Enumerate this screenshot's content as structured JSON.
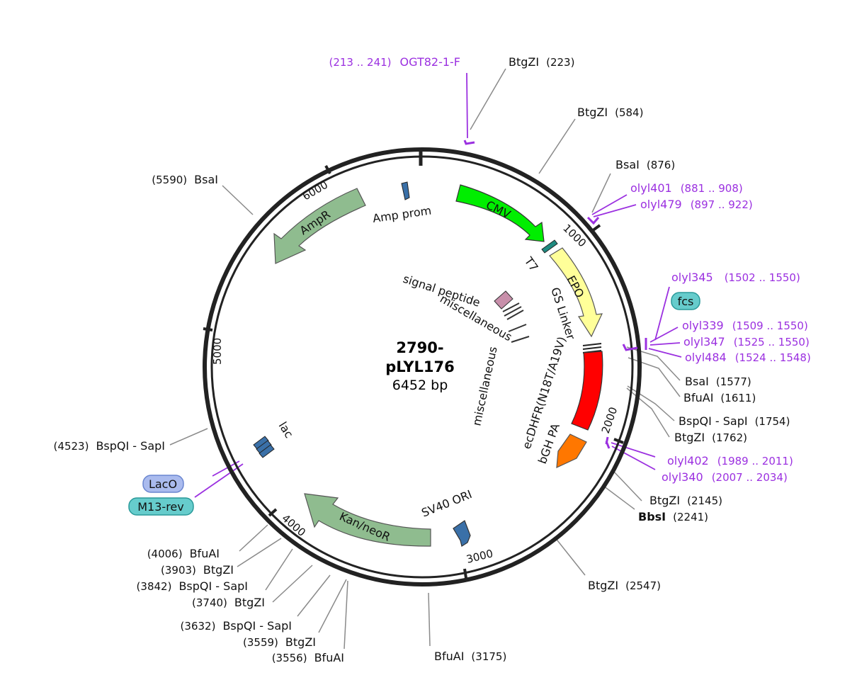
{
  "plasmid": {
    "name_line1": "2790-",
    "name_line2": "pLYL176",
    "length": "6452 bp",
    "total_bp": 6452
  },
  "colors": {
    "backbone": "#222222",
    "primer": "#9b30e0",
    "site_line": "#8a8a8a"
  },
  "ticks": [
    {
      "bp": 1000,
      "label": "1000"
    },
    {
      "bp": 2000,
      "label": "2000"
    },
    {
      "bp": 3000,
      "label": "3000"
    },
    {
      "bp": 4000,
      "label": "4000"
    },
    {
      "bp": 5000,
      "label": "5000"
    },
    {
      "bp": 6000,
      "label": "6000"
    }
  ],
  "features": [
    {
      "name": "CMV",
      "type": "promoter",
      "color": "#00ee00"
    },
    {
      "name": "EPO",
      "type": "CDS",
      "color": "#ffff99"
    },
    {
      "name": "ecDHFR(N18T/A19V)",
      "type": "CDS",
      "color": "#ff0000"
    },
    {
      "name": "bGH PA",
      "type": "terminator",
      "color": "#ff7700"
    },
    {
      "name": "SV40 ORI",
      "type": "rep_origin",
      "color": "#3a70a8"
    },
    {
      "name": "Kan/neoR",
      "type": "CDS",
      "color": "#8fbc8f"
    },
    {
      "name": "lac",
      "type": "promoter",
      "color": "#3a70a8"
    },
    {
      "name": "AmpR",
      "type": "CDS",
      "color": "#8fbc8f"
    },
    {
      "name": "Amp prom",
      "type": "promoter",
      "color": "#3a70a8"
    },
    {
      "name": "T7",
      "type": "promoter",
      "color": "#1f8a80"
    },
    {
      "name": "GS Linker",
      "type": "misc"
    },
    {
      "name": "signal peptide",
      "type": "sig_peptide",
      "color": "#c88faa"
    },
    {
      "name": "miscellaneous",
      "type": "misc"
    },
    {
      "name": "miscellaneous",
      "type": "misc"
    }
  ],
  "tags": [
    {
      "name": "fcs",
      "color": "#66cccc"
    },
    {
      "name": "LacO",
      "color": "#aabbee"
    },
    {
      "name": "M13-rev",
      "color": "#66cccc"
    }
  ],
  "sites": [
    {
      "name": "BtgZI",
      "pos": "(223)"
    },
    {
      "name": "BtgZI",
      "pos": "(584)"
    },
    {
      "name": "BsaI",
      "pos": "(876)"
    },
    {
      "name": "BsaI",
      "pos": "(1577)"
    },
    {
      "name": "BfuAI",
      "pos": "(1611)"
    },
    {
      "name": "BspQI - SapI",
      "pos": "(1754)"
    },
    {
      "name": "BtgZI",
      "pos": "(1762)"
    },
    {
      "name": "BtgZI",
      "pos": "(2145)"
    },
    {
      "name": "BbsI",
      "pos": "(2241)",
      "bold": true
    },
    {
      "name": "BtgZI",
      "pos": "(2547)"
    },
    {
      "name": "BfuAI",
      "pos": "(3175)"
    },
    {
      "name": "BfuAI",
      "pos": "(3556)"
    },
    {
      "name": "BtgZI",
      "pos": "(3559)"
    },
    {
      "name": "BspQI - SapI",
      "pos": "(3632)"
    },
    {
      "name": "BtgZI",
      "pos": "(3740)"
    },
    {
      "name": "BspQI - SapI",
      "pos": "(3842)"
    },
    {
      "name": "BtgZI",
      "pos": "(3903)"
    },
    {
      "name": "BfuAI",
      "pos": "(4006)"
    },
    {
      "name": "BspQI - SapI",
      "pos": "(4523)"
    },
    {
      "name": "BsaI",
      "pos": "(5590)"
    }
  ],
  "primers": [
    {
      "name": "OGT82-1-F",
      "range": "(213 .. 241)"
    },
    {
      "name": "olyl401",
      "range": "(881 .. 908)"
    },
    {
      "name": "olyl479",
      "range": "(897 .. 922)"
    },
    {
      "name": "olyl345",
      "range": "(1502 .. 1550)"
    },
    {
      "name": "olyl339",
      "range": "(1509 .. 1550)"
    },
    {
      "name": "olyl347",
      "range": "(1525 .. 1550)"
    },
    {
      "name": "olyl484",
      "range": "(1524 .. 1548)"
    },
    {
      "name": "olyl402",
      "range": "(1989 .. 2011)"
    },
    {
      "name": "olyl340",
      "range": "(2007 .. 2034)"
    }
  ]
}
